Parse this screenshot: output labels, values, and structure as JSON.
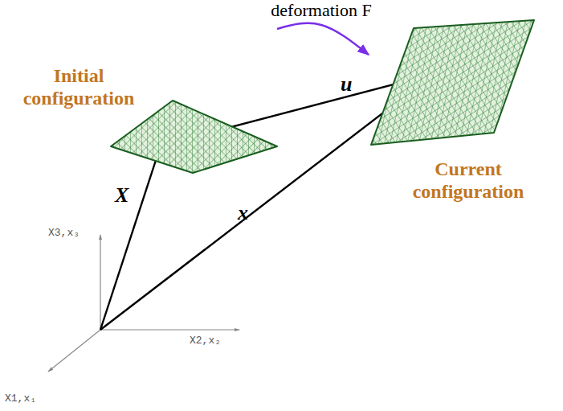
{
  "diagram": {
    "nodes": [
      {
        "text": [
          "Initial configuration"
        ]
      },
      {
        "text": [
          "Current configuration"
        ]
      }
    ],
    "edges": [
      {
        "from": 0,
        "to": 1,
        "label": "deformation F",
        "arrow": "to"
      }
    ],
    "labels": [
      "X",
      "x",
      "u",
      "X3,x₃",
      "X2,x₂",
      "X1,x₁"
    ]
  }
}
